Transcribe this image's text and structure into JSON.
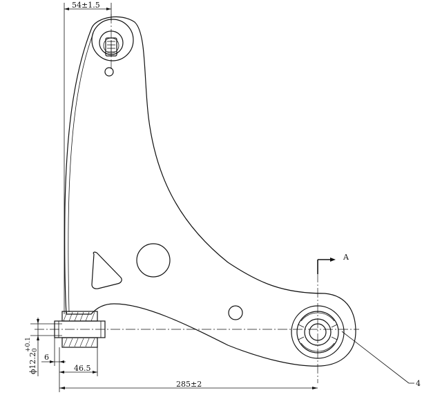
{
  "dimensions": {
    "top_offset": "54±1.5",
    "overall_length": "285±2",
    "bushing_width": "46.5",
    "bushing_offset": "6",
    "bore_diameter": "ϕ12.2",
    "bore_tol_upper": "+0.1",
    "bore_tol_lower": "0"
  },
  "section_marker": "A",
  "callout_number": "4",
  "colors": {
    "line": "#111111",
    "background": "#ffffff"
  }
}
